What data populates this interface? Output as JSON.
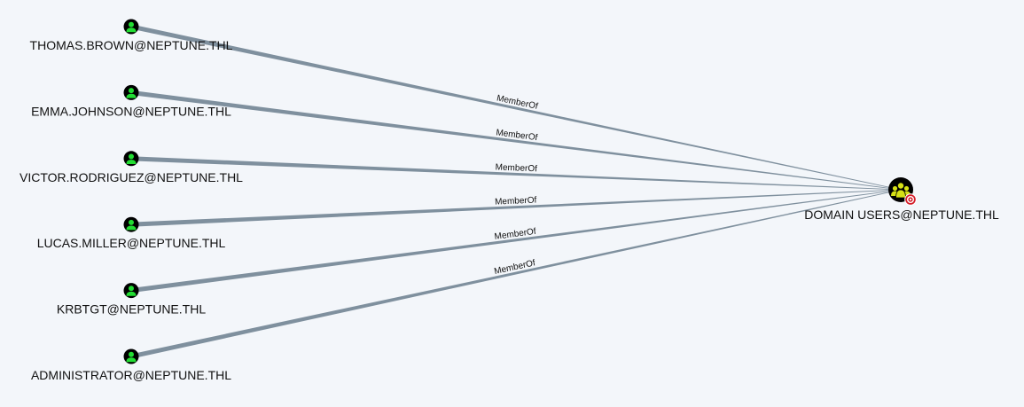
{
  "graph": {
    "colors": {
      "background": "#f3f6fa",
      "edge": "#7f909e",
      "user_icon": "#22dd33",
      "group_icon": "#d6e016",
      "node_fill": "#000000",
      "target_badge": "#d41e2a",
      "label_text": "#111111"
    },
    "source_icon": "user-icon",
    "target_icon": "group-icon",
    "target_badge_icon": "target-icon",
    "nodes": [
      {
        "id": "thomas",
        "label": "THOMAS.BROWN@NEPTUNE.THL",
        "kind": "user"
      },
      {
        "id": "emma",
        "label": "EMMA.JOHNSON@NEPTUNE.THL",
        "kind": "user"
      },
      {
        "id": "victor",
        "label": "VICTOR.RODRIGUEZ@NEPTUNE.THL",
        "kind": "user"
      },
      {
        "id": "lucas",
        "label": "LUCAS.MILLER@NEPTUNE.THL",
        "kind": "user"
      },
      {
        "id": "krbtgt",
        "label": "KRBTGT@NEPTUNE.THL",
        "kind": "user"
      },
      {
        "id": "administrator",
        "label": "ADMINISTRATOR@NEPTUNE.THL",
        "kind": "user"
      },
      {
        "id": "domain_users",
        "label": "DOMAIN USERS@NEPTUNE.THL",
        "kind": "group",
        "highlighted": true
      }
    ],
    "edges": [
      {
        "source": "thomas",
        "target": "domain_users",
        "label": "MemberOf"
      },
      {
        "source": "emma",
        "target": "domain_users",
        "label": "MemberOf"
      },
      {
        "source": "victor",
        "target": "domain_users",
        "label": "MemberOf"
      },
      {
        "source": "lucas",
        "target": "domain_users",
        "label": "MemberOf"
      },
      {
        "source": "krbtgt",
        "target": "domain_users",
        "label": "MemberOf"
      },
      {
        "source": "administrator",
        "target": "domain_users",
        "label": "MemberOf"
      }
    ]
  }
}
